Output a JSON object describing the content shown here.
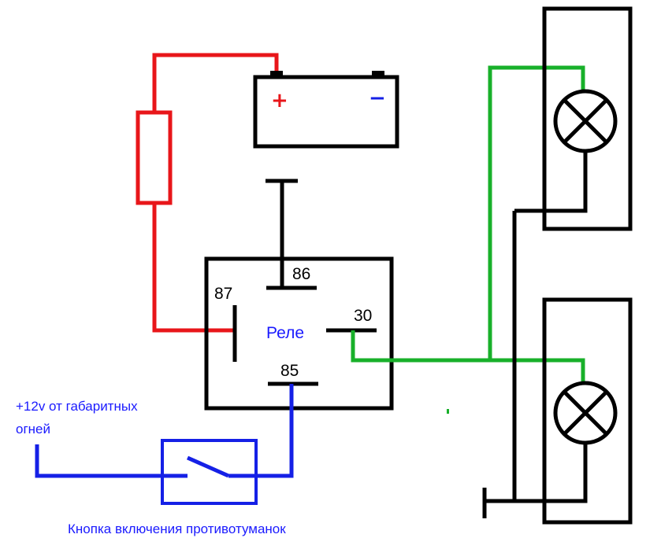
{
  "battery": {
    "plus": "+",
    "minus": "−"
  },
  "relay": {
    "label": "Реле",
    "pins": {
      "p86": "86",
      "p87": "87",
      "p30": "30",
      "p85": "85"
    }
  },
  "input_note": {
    "line1": "+12v от габаритных",
    "line2": "огней"
  },
  "switch_caption": "Кнопка включения противотуманок",
  "colors": {
    "power": "#e8161a",
    "control": "#1520e6",
    "lamp_feed": "#18b02a",
    "ground": "#000000"
  }
}
